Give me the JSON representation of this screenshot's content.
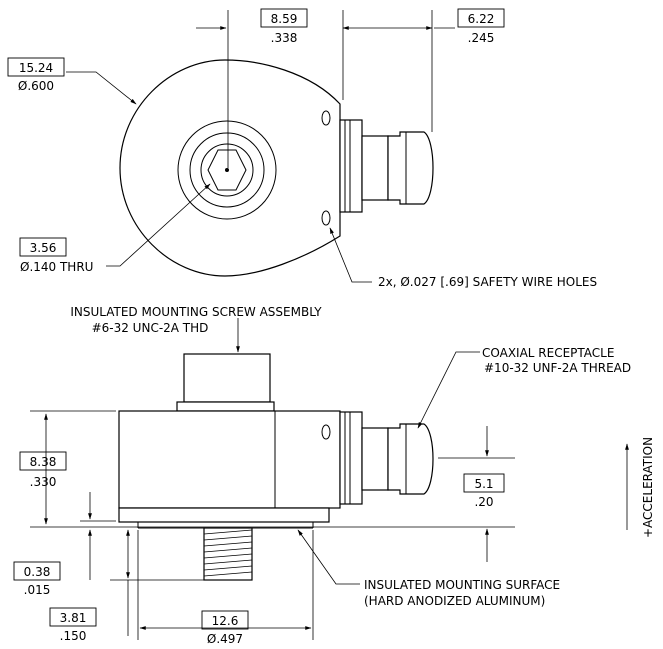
{
  "top_view": {
    "dim_width": {
      "metric": "8.59",
      "imperial": ".338"
    },
    "dim_connector": {
      "metric": "6.22",
      "imperial": ".245"
    },
    "dim_body_dia": {
      "metric": "15.24",
      "imperial": "Ø.600"
    },
    "dim_hole": {
      "metric": "3.56",
      "imperial": "Ø.140 THRU"
    },
    "safety_wire_note": "2x, Ø.027 [.69] SAFETY WIRE HOLES"
  },
  "side_view": {
    "screw_note_line1": "INSULATED MOUNTING SCREW ASSEMBLY",
    "screw_note_line2": "#6-32 UNC-2A THD",
    "receptacle_line1": "COAXIAL RECEPTACLE",
    "receptacle_line2": "#10-32 UNF-2A THREAD",
    "dim_height": {
      "metric": "8.38",
      "imperial": ".330"
    },
    "dim_connector_height": {
      "metric": "5.1",
      "imperial": ".20"
    },
    "dim_base": {
      "metric": "0.38",
      "imperial": ".015"
    },
    "dim_screw": {
      "metric": "3.81",
      "imperial": ".150"
    },
    "dim_base_dia": {
      "metric": "12.6",
      "imperial": "Ø.497"
    },
    "surface_line1": "INSULATED MOUNTING SURFACE",
    "surface_line2": "(HARD ANODIZED ALUMINUM)",
    "acceleration_label": "+ACCELERATION"
  }
}
